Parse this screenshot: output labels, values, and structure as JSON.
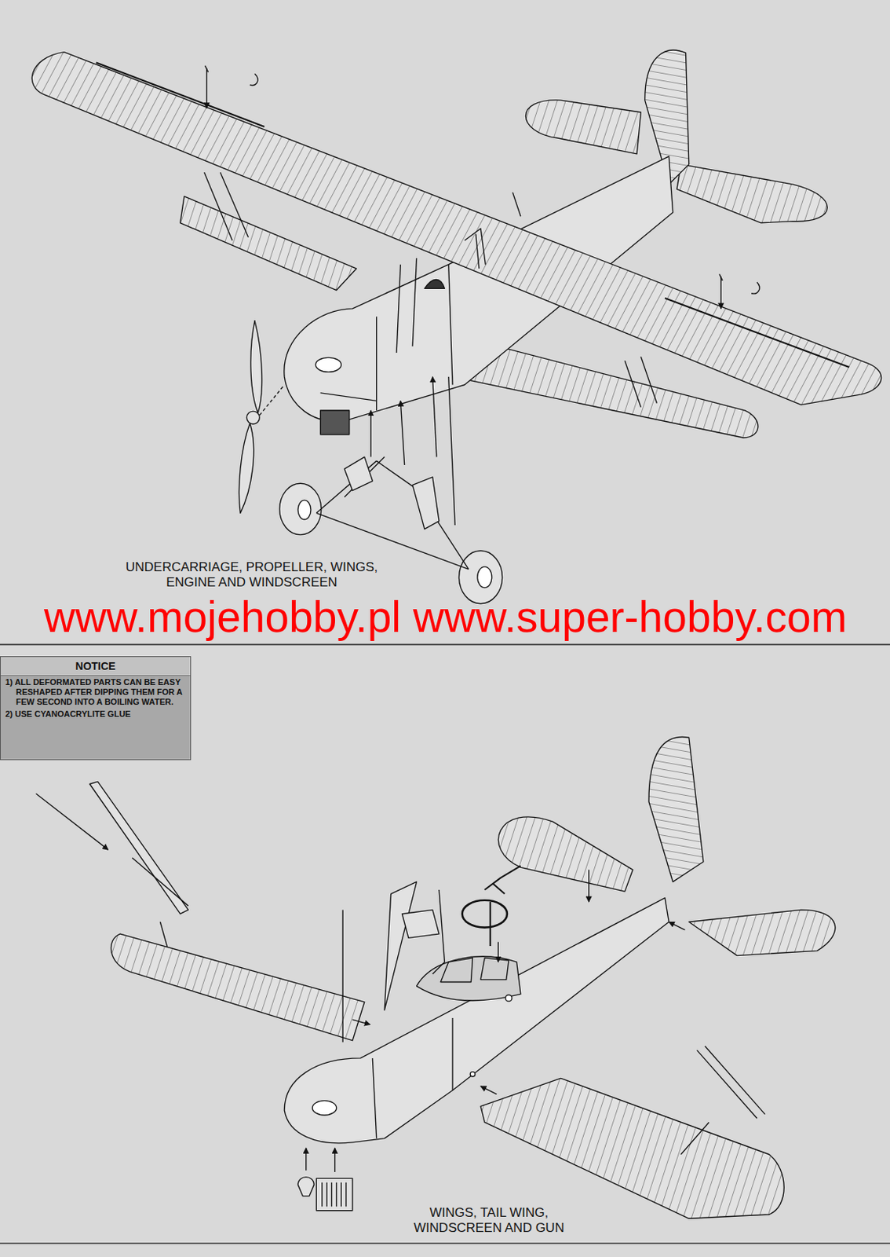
{
  "diagram": {
    "nodes": [
      {
        "text": [
          "NOTICE",
          "1) ALL DEFORMATED PARTS CAN BE EASY RESHAPED AFTER DIPPING THEM FOR A FEW SECOND INTO A BOILING WATER.",
          "2) USE CYANOACRYLITE GLUE"
        ]
      }
    ],
    "labels": [
      "UNDERCARRIAGE, PROPELLER, WINGS, ENGINE AND WINDSCREEN",
      "www.mojehobby.pl www.super-hobby.com",
      "WINGS, TAIL WING, WINDSCREEN AND GUN"
    ]
  }
}
